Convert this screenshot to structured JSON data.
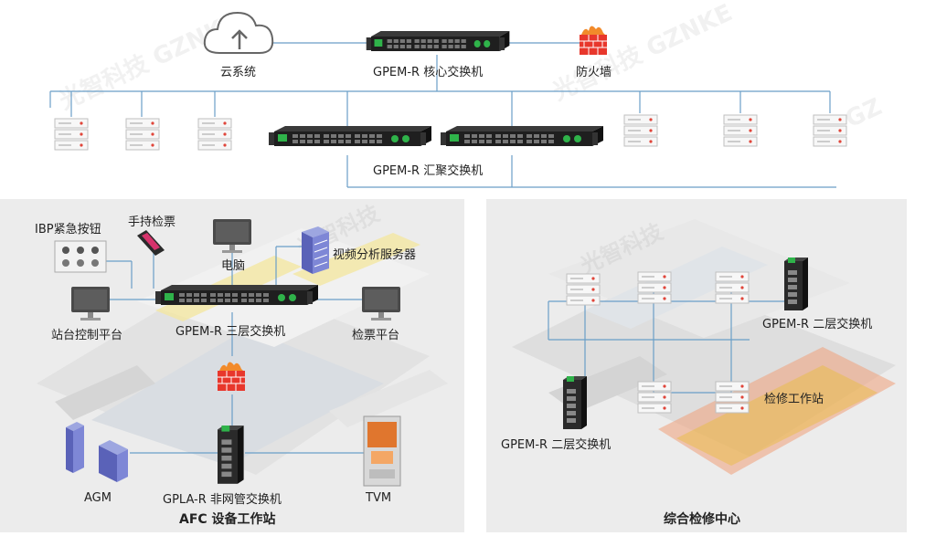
{
  "top": {
    "cloud_label": "云系统",
    "core_switch_label": "GPEM-R 核心交换机",
    "firewall_label": "防火墙",
    "aggregation_switch_label": "GPEM-R 汇聚交换机"
  },
  "afc": {
    "title": "AFC 设备工作站",
    "ibp_label": "IBP紧急按钮",
    "handheld_label": "手持检票",
    "pc_label": "电脑",
    "video_server_label": "视频分析服务器",
    "station_control_label": "站台控制平台",
    "l3_switch_label": "GPEM-R 三层交换机",
    "ticket_check_label": "检票平台",
    "agm_label": "AGM",
    "unmanaged_switch_label": "GPLA-R 非网管交换机",
    "tvm_label": "TVM"
  },
  "maintenance": {
    "title": "综合检修中心",
    "l2_switch_right_label": "GPEM-R 二层交换机",
    "workstation_label": "检修工作站",
    "l2_switch_left_label": "GPEM-R 二层交换机"
  },
  "watermark": "光智科技 GZNKE",
  "colors": {
    "line": "#6a9ec8",
    "switch": "#1e1e1e",
    "port_green": "#2fb34a",
    "firewall": "#e8372c",
    "server": "#f4f4f4",
    "panel_bg": "#ececec"
  }
}
